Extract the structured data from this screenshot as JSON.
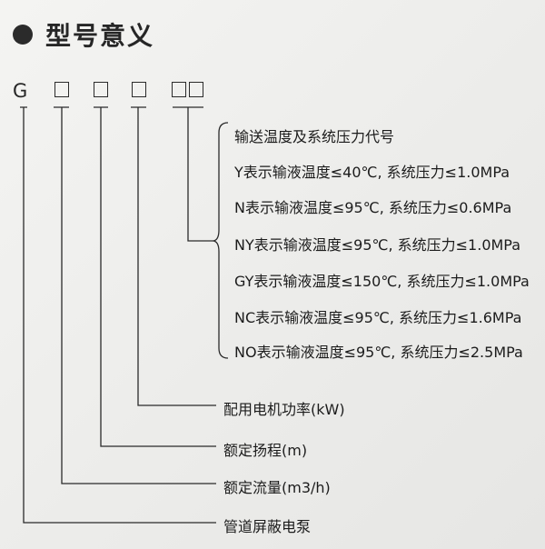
{
  "heading": {
    "title": "型号意义"
  },
  "code": {
    "prefix": "G",
    "box_groups": [
      {
        "boxes": 1
      },
      {
        "boxes": 1
      },
      {
        "boxes": 1
      },
      {
        "boxes": 2
      }
    ]
  },
  "medium_group": {
    "title": "输送温度及系统压力代号",
    "items": [
      "Y表示输液温度≤40℃, 系统压力≤1.0MPa",
      "N表示输液温度≤95℃, 系统压力≤0.6MPa",
      "NY表示输液温度≤95℃, 系统压力≤1.0MPa",
      "GY表示输液温度≤150℃, 系统压力≤1.0MPa",
      "NC表示输液温度≤95℃, 系统压力≤1.6MPa",
      "NO表示输液温度≤95℃, 系统压力≤2.5MPa"
    ]
  },
  "labels": {
    "power": "配用电机功率(kW)",
    "head": "额定扬程(m)",
    "flow": "额定流量(m3/h)",
    "type": "管道屏蔽电泵"
  }
}
